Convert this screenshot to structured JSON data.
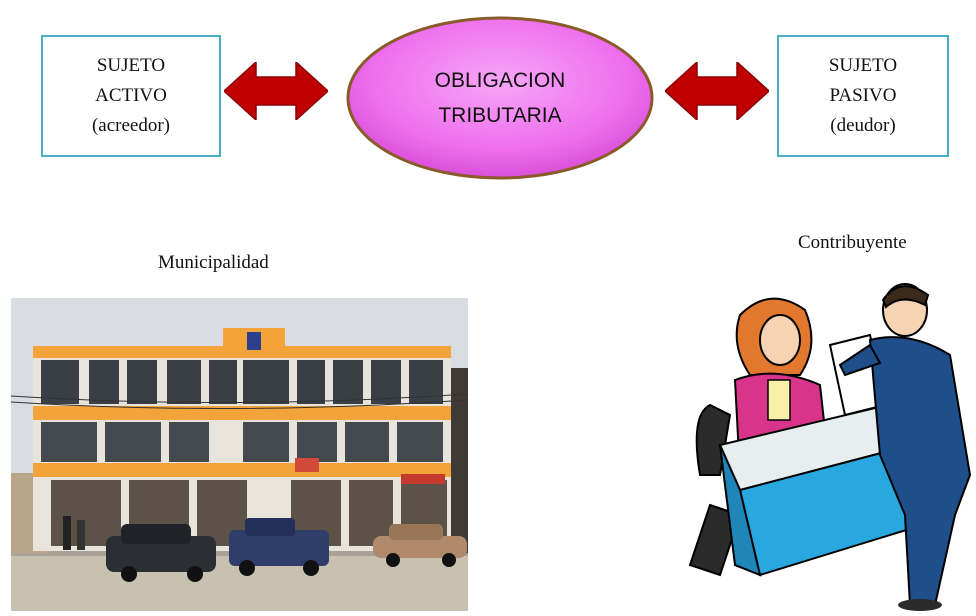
{
  "diagram": {
    "left_box": {
      "lines": [
        "SUJETO",
        "ACTIVO",
        "(acreedor)"
      ]
    },
    "center": {
      "lines": [
        "OBLIGACION",
        "TRIBUTARIA"
      ]
    },
    "right_box": {
      "lines": [
        "SUJETO",
        "PASIVO",
        "(deudor)"
      ]
    },
    "captions": {
      "left": "Municipalidad",
      "right": "Contribuyente"
    }
  },
  "colors": {
    "box_border": "#4bacc6",
    "ellipse_fill": "#f07bf0",
    "ellipse_stroke": "#8a5a2a",
    "arrow_fill": "#c00000"
  },
  "images": {
    "left": "municipal-building-photo",
    "right": "clerk-and-taxpayer-illustration"
  }
}
